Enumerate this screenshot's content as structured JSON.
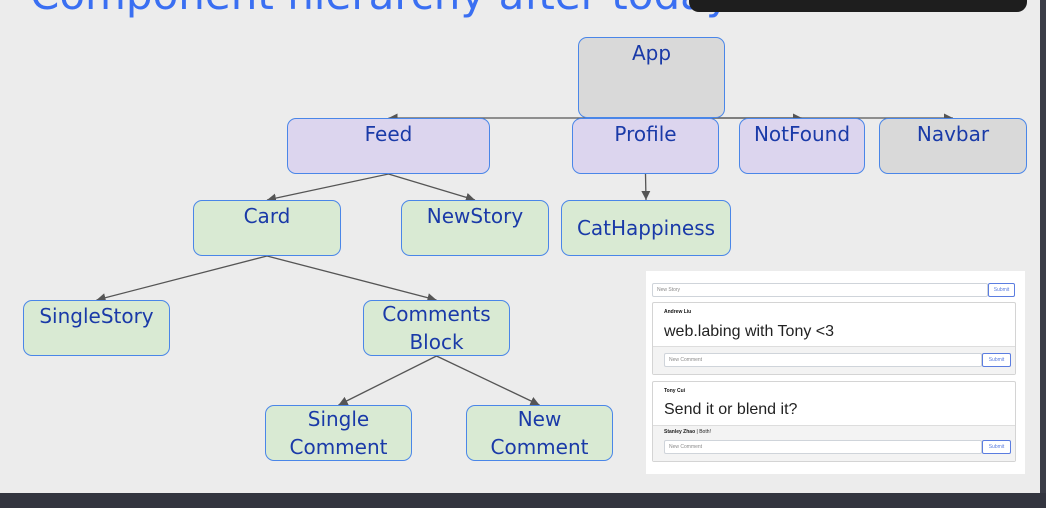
{
  "title": "Component hierarchy after today:",
  "diagram": {
    "nodes": [
      {
        "id": "app",
        "label": "App",
        "fill": "gray"
      },
      {
        "id": "feed",
        "label": "Feed",
        "fill": "purple"
      },
      {
        "id": "profile",
        "label": "Profile",
        "fill": "purple"
      },
      {
        "id": "notfound",
        "label": "NotFound",
        "fill": "purple"
      },
      {
        "id": "navbar",
        "label": "Navbar",
        "fill": "gray"
      },
      {
        "id": "card",
        "label": "Card",
        "fill": "green"
      },
      {
        "id": "newstory",
        "label": "NewStory",
        "fill": "green"
      },
      {
        "id": "cathappiness",
        "label": "CatHappiness",
        "fill": "green"
      },
      {
        "id": "singlestory",
        "label": "SingleStory",
        "fill": "green"
      },
      {
        "id": "commentsblock",
        "label": "Comments\nBlock",
        "fill": "green"
      },
      {
        "id": "singlecomment",
        "label": "Single\nComment",
        "fill": "green"
      },
      {
        "id": "newcomment",
        "label": "New\nComment",
        "fill": "green"
      }
    ],
    "edges": [
      [
        "app",
        "feed"
      ],
      [
        "app",
        "profile"
      ],
      [
        "app",
        "notfound"
      ],
      [
        "app",
        "navbar"
      ],
      [
        "feed",
        "card"
      ],
      [
        "feed",
        "newstory"
      ],
      [
        "profile",
        "cathappiness"
      ],
      [
        "card",
        "singlestory"
      ],
      [
        "card",
        "commentsblock"
      ],
      [
        "commentsblock",
        "singlecomment"
      ],
      [
        "commentsblock",
        "newcomment"
      ]
    ],
    "colors": {
      "gray": "#d9d9d9",
      "purple": "#dcd5ee",
      "green": "#d9ead3",
      "border": "#4a86e8",
      "text": "#1a3aa8",
      "edge": "#555555"
    }
  },
  "mockup": {
    "new_story_placeholder": "New Story",
    "submit_label": "Submit",
    "stories": [
      {
        "author": "Andrew Liu",
        "content": "web.labing with Tony <3",
        "comments": [],
        "new_comment_placeholder": "New Comment",
        "submit_label": "Submit"
      },
      {
        "author": "Tony Cui",
        "content": "Send it or blend it?",
        "comments": [
          {
            "author": "Stanley Zhao",
            "separator": " | ",
            "text": "Both!"
          }
        ],
        "new_comment_placeholder": "New Comment",
        "submit_label": "Submit"
      }
    ]
  }
}
